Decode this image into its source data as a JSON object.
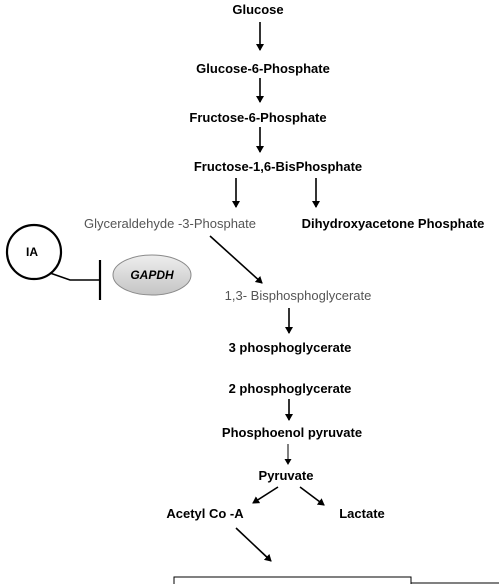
{
  "pathway": {
    "glucose": "Glucose",
    "g6p": "Glucose-6-Phosphate",
    "f6p": "Fructose-6-Phosphate",
    "f16bp": "Fructose-1,6-BisPhosphate",
    "g3p": "Glyceraldehyde -3-Phosphate",
    "dhap": "Dihydroxyacetone Phosphate",
    "bpg": "1,3- Bisphosphoglycerate",
    "pg3": "3 phosphoglycerate",
    "pg2": "2 phosphoglycerate",
    "pep": "Phosphoenol  pyruvate",
    "pyruvate": "Pyruvate",
    "acetyl_coa": "Acetyl Co -A",
    "lactate": "Lactate"
  },
  "inhibitor": {
    "label": "IA"
  },
  "enzyme": {
    "label": "GAPDH"
  },
  "colors": {
    "text": "#000000",
    "muted_text": "#555555",
    "enzyme_fill": "#d6d6d6",
    "enzyme_stroke": "#8a8a8a"
  }
}
